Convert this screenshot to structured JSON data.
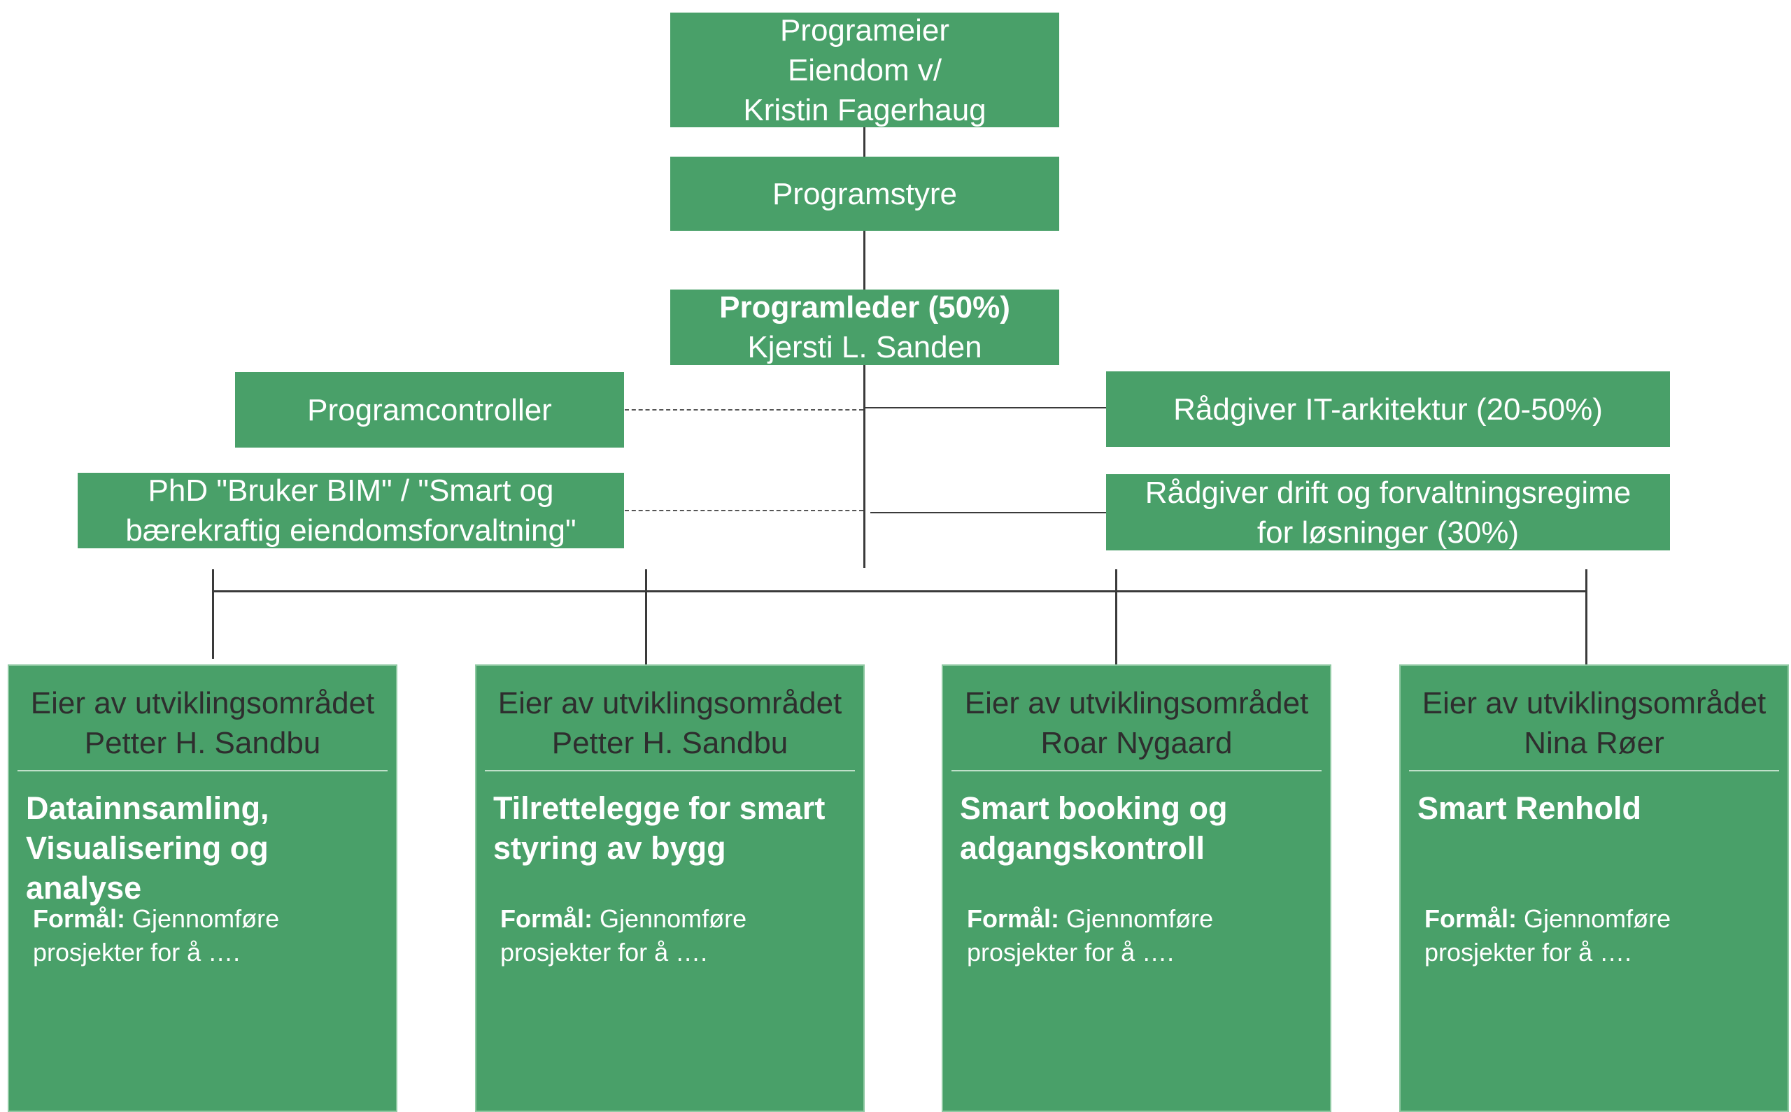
{
  "colors": {
    "box_fill": "#49a069",
    "box_text": "#ffffff",
    "owner_text": "#2e2e2e",
    "line": "#3a3a3a"
  },
  "owner": {
    "lines": [
      "Programeier",
      "Eiendom v/",
      "Kristin Fagerhaug"
    ]
  },
  "board": {
    "label": "Programstyre"
  },
  "leader": {
    "title": "Programleder (50%)",
    "name": "Kjersti L. Sanden"
  },
  "controller": {
    "label": "Programcontroller"
  },
  "phd": {
    "lines": [
      "PhD \"Bruker BIM\" / \"Smart og",
      "bærekraftig eiendomsforvaltning\""
    ]
  },
  "it_advisor": {
    "label": "Rådgiver IT-arkitektur (20-50%)"
  },
  "ops_advisor": {
    "lines": [
      "Rådgiver drift og forvaltningsregime",
      "for løsninger (30%)"
    ]
  },
  "areas": [
    {
      "owner_label": "Eier av utviklingsområdet",
      "owner_name": "Petter H. Sandbu",
      "title_lines": [
        "Datainnsamling,",
        "Visualisering og analyse"
      ],
      "purpose_label": "Formål:",
      "purpose_text_1": " Gjennomføre",
      "purpose_text_2": "prosjekter  for å …."
    },
    {
      "owner_label": "Eier av utviklingsområdet",
      "owner_name": "Petter H. Sandbu",
      "title_lines": [
        "Tilrettelegge for smart",
        "styring av bygg"
      ],
      "purpose_label": "Formål:",
      "purpose_text_1": " Gjennomføre",
      "purpose_text_2": "prosjekter  for å …."
    },
    {
      "owner_label": "Eier av utviklingsområdet",
      "owner_name": "Roar Nygaard",
      "title_lines": [
        "Smart booking og",
        "adgangskontroll"
      ],
      "purpose_label": "Formål:",
      "purpose_text_1": " Gjennomføre",
      "purpose_text_2": "prosjekter  for å …."
    },
    {
      "owner_label": "Eier av utviklingsområdet",
      "owner_name": "Nina Røer",
      "title_lines": [
        "Smart Renhold",
        ""
      ],
      "purpose_label": "Formål:",
      "purpose_text_1": " Gjennomføre",
      "purpose_text_2": "prosjekter  for å …."
    }
  ]
}
